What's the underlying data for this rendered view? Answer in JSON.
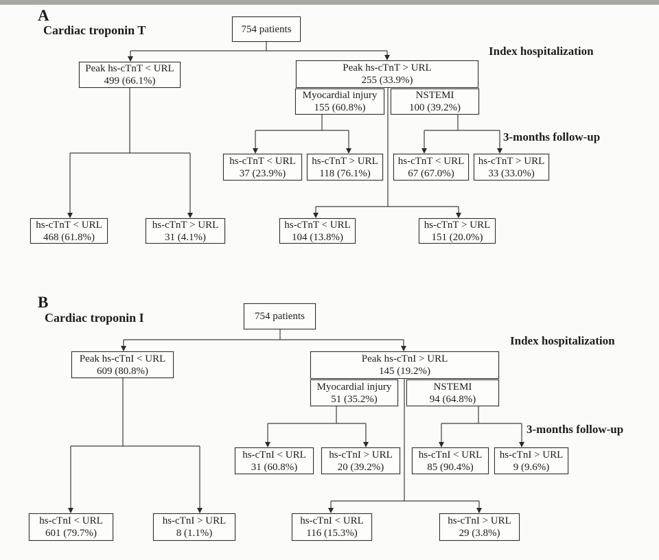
{
  "figure": {
    "colors": {
      "line": "#3d3d3d",
      "box_border": "#2f2f2f",
      "background": "#fbfbfa"
    },
    "panels": [
      {
        "id": "A",
        "label": "A",
        "title": "Cardiac troponin T",
        "index_label": "Index hospitalization",
        "followup_label": "3-months follow-up",
        "nodes": {
          "total": {
            "text": "754 patients"
          },
          "peak_below": {
            "label": "Peak hs-cTnT < URL",
            "value": "499 (66.1%)"
          },
          "peak_above": {
            "label": "Peak hs-cTnT > URL",
            "value": "255 (33.9%)"
          },
          "myocardial_injury": {
            "label": "Myocardial injury",
            "value": "155 (60.8%)"
          },
          "nstemi": {
            "label": "NSTEMI",
            "value": "100 (39.2%)"
          },
          "mi_fu_below": {
            "label": "hs-cTnT < URL",
            "value": "37 (23.9%)"
          },
          "mi_fu_above": {
            "label": "hs-cTnT > URL",
            "value": "118 (76.1%)"
          },
          "nstemi_fu_below": {
            "label": "hs-cTnT < URL",
            "value": "67 (67.0%)"
          },
          "nstemi_fu_above": {
            "label": "hs-cTnT > URL",
            "value": "33 (33.0%)"
          },
          "peak_below_fu_below": {
            "label": "hs-cTnT < URL",
            "value": "468 (61.8%)"
          },
          "peak_below_fu_above": {
            "label": "hs-cTnT > URL",
            "value": "31 (4.1%)"
          },
          "peak_above_fu_below": {
            "label": "hs-cTnT < URL",
            "value": "104 (13.8%)"
          },
          "peak_above_fu_above": {
            "label": "hs-cTnT > URL",
            "value": "151 (20.0%)"
          }
        }
      },
      {
        "id": "B",
        "label": "B",
        "title": "Cardiac troponin I",
        "index_label": "Index hospitalization",
        "followup_label": "3-months follow-up",
        "nodes": {
          "total": {
            "text": "754 patients"
          },
          "peak_below": {
            "label": "Peak hs-cTnI < URL",
            "value": "609 (80.8%)"
          },
          "peak_above": {
            "label": "Peak hs-cTnI > URL",
            "value": "145 (19.2%)"
          },
          "myocardial_injury": {
            "label": "Myocardial injury",
            "value": "51 (35.2%)"
          },
          "nstemi": {
            "label": "NSTEMI",
            "value": "94 (64.8%)"
          },
          "mi_fu_below": {
            "label": "hs-cTnI < URL",
            "value": "31 (60.8%)"
          },
          "mi_fu_above": {
            "label": "hs-cTnI > URL",
            "value": "20 (39.2%)"
          },
          "nstemi_fu_below": {
            "label": "hs-cTnI < URL",
            "value": "85 (90.4%)"
          },
          "nstemi_fu_above": {
            "label": "hs-cTnI > URL",
            "value": "9 (9.6%)"
          },
          "peak_below_fu_below": {
            "label": "hs-cTnI < URL",
            "value": "601 (79.7%)"
          },
          "peak_below_fu_above": {
            "label": "hs-cTnI > URL",
            "value": "8 (1.1%)"
          },
          "peak_above_fu_below": {
            "label": "hs-cTnI < URL",
            "value": "116 (15.3%)"
          },
          "peak_above_fu_above": {
            "label": "hs-cTnI > URL",
            "value": "29 (3.8%)"
          }
        }
      }
    ]
  }
}
